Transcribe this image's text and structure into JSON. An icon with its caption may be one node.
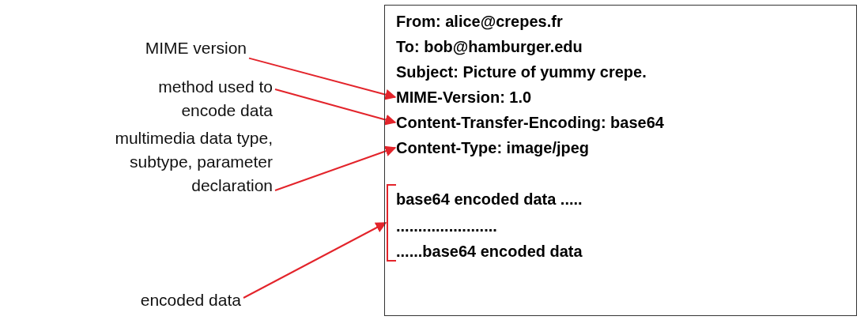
{
  "diagram": {
    "nodes": [
      {
        "text": [
          "MIME version"
        ]
      },
      {
        "text": [
          "method used to encode data"
        ]
      },
      {
        "text": [
          "multimedia data type, subtype, parameter declaration"
        ]
      },
      {
        "text": [
          "encoded data"
        ]
      },
      {
        "text": [],
        "shape": "box"
      },
      {
        "text": [
          "From: alice@crepes.fr"
        ],
        "in": 4
      },
      {
        "text": [
          "To: bob@hamburger.edu"
        ],
        "in": 4
      },
      {
        "text": [
          "Subject: Picture of yummy crepe."
        ],
        "in": 4
      },
      {
        "text": [
          "MIME-Version: 1.0"
        ],
        "in": 4
      },
      {
        "text": [
          "Content-Transfer-Encoding: base64"
        ],
        "in": 4
      },
      {
        "text": [
          "Content-Type: image/jpeg"
        ],
        "in": 4
      },
      {
        "text": [],
        "shape": "bracket",
        "in": 4
      },
      {
        "text": [
          "base64 encoded data ....."
        ],
        "in": 4
      },
      {
        "text": [
          "......................."
        ],
        "in": 4
      },
      {
        "text": [
          "......base64 encoded data"
        ],
        "in": 4
      }
    ],
    "edges": [
      {
        "from": 0,
        "to": 8,
        "arrow": "to"
      },
      {
        "from": 1,
        "to": 9,
        "arrow": "to"
      },
      {
        "from": 2,
        "to": 10,
        "arrow": "to"
      },
      {
        "from": 3,
        "to": 11,
        "arrow": "to"
      }
    ]
  }
}
